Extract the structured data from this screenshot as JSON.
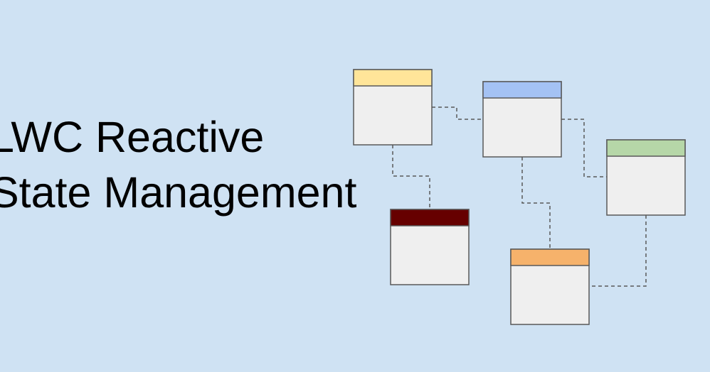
{
  "title": {
    "line1": "LWC Reactive",
    "line2": "State Management"
  },
  "colors": {
    "background": "#cfe2f3",
    "card_body": "#efefef",
    "card_border": "#595959",
    "connector": "#595959"
  },
  "cards": [
    {
      "id": "yellow",
      "header_color": "#ffe599"
    },
    {
      "id": "blue",
      "header_color": "#a4c2f4"
    },
    {
      "id": "green",
      "header_color": "#b6d7a8"
    },
    {
      "id": "maroon",
      "header_color": "#660000"
    },
    {
      "id": "orange",
      "header_color": "#f6b26b"
    }
  ],
  "connectors": [
    {
      "from": "yellow",
      "to": "blue"
    },
    {
      "from": "yellow",
      "to": "maroon"
    },
    {
      "from": "blue",
      "to": "green"
    },
    {
      "from": "blue",
      "to": "orange"
    },
    {
      "from": "green",
      "to": "orange"
    }
  ]
}
